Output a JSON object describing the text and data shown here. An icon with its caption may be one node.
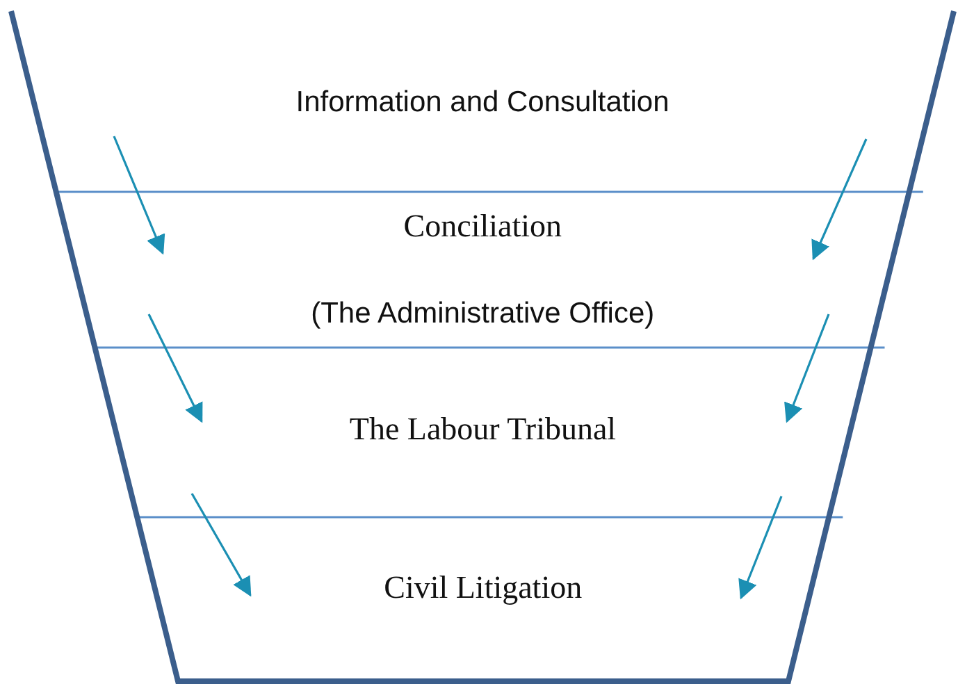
{
  "diagram": {
    "nodes": [
      {
        "text": [
          "Information and Consultation"
        ]
      },
      {
        "text": [
          "Conciliation",
          "(The Administrative Office)"
        ]
      },
      {
        "text": [
          "The Labour Tribunal"
        ]
      },
      {
        "text": [
          "Civil Litigation"
        ]
      }
    ]
  }
}
